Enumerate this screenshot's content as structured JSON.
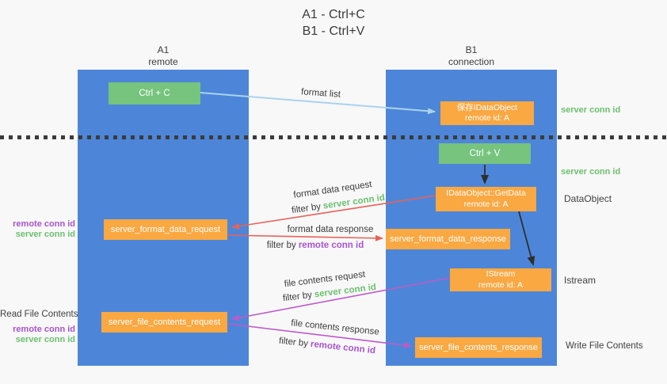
{
  "header": {
    "title_line1": "A1 - Ctrl+C",
    "title_line2": "B1 - Ctrl+V"
  },
  "lanes": {
    "a1": {
      "name": "A1",
      "role": "remote"
    },
    "b1": {
      "name": "B1",
      "role": "connection"
    }
  },
  "nodes": {
    "ctrl_c": {
      "label": "Ctrl + C"
    },
    "ctrl_v": {
      "label": "Ctrl + V"
    },
    "save_dataobject": {
      "line1": "保存IDataObject",
      "line2": "remote id: A"
    },
    "getdata": {
      "line1": "IDataObject::GetData",
      "line2": "remote id: A"
    },
    "istream": {
      "line1": "IStream",
      "line2": "remote id: A"
    },
    "server_format_data_request": {
      "label": "server_format_data_request"
    },
    "server_format_data_response": {
      "label": "server_format_data_response"
    },
    "server_file_contents_request": {
      "label": "server_file_contents_request"
    },
    "server_file_contents_response": {
      "label": "server_file_contents_response"
    }
  },
  "flow_labels": {
    "format_list": "format list",
    "format_data_request": "format data request",
    "format_data_response": "format data response",
    "file_contents_request": "file contents request",
    "file_contents_response": "file contents response",
    "filter_by": "filter by",
    "server_conn_id": "server conn id",
    "remote_conn_id": "remote conn id"
  },
  "side_labels": {
    "right_server_conn_id_top": "server conn id",
    "right_server_conn_id_mid": "server conn id",
    "right_dataobject": "DataObject",
    "right_istream": "Istream",
    "right_write_file_contents": "Write File Contents",
    "left_remote_conn_id_top": "remote conn id",
    "left_server_conn_id_top": "server conn id",
    "left_read_file_contents": "Read File Contents",
    "left_remote_conn_id_bottom": "remote conn id",
    "left_server_conn_id_bottom": "server conn id"
  },
  "colors": {
    "background": "#f8f8f8",
    "lane_blue": "#4d86d8",
    "box_green": "#76c47e",
    "box_orange": "#f9a842",
    "arrow_light_blue": "#a9d3ee",
    "arrow_red": "#e7625a",
    "arrow_purple": "#bc5bc8",
    "arrow_black": "#2f2f2f",
    "text_green": "#6cc06e",
    "text_purple": "#a854cd",
    "text_dark": "#3c3c3c"
  }
}
